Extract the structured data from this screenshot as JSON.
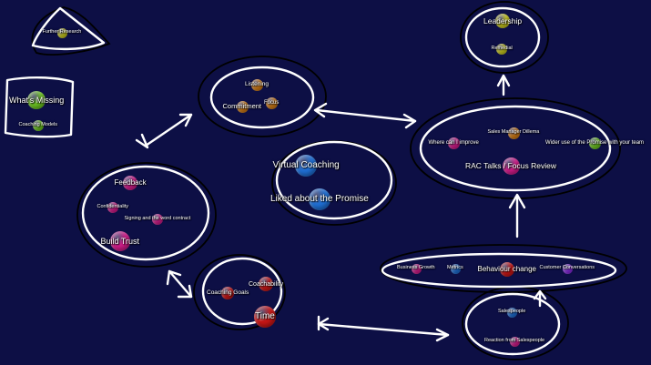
{
  "colors": {
    "background": "#0d0f45",
    "ink": "#ffffff",
    "yellow": "#c8c81e",
    "green": "#6cc421",
    "orange": "#d27c16",
    "blue": "#1f6fd4",
    "magenta": "#d21c8a",
    "red": "#c81616",
    "purple": "#8a2be2"
  },
  "nodes": {
    "further_research": {
      "label": "Further Research",
      "color": "yellow"
    },
    "whats_missing": {
      "label": "What's Missing",
      "color": "green"
    },
    "coaching_models": {
      "label": "Coaching Models",
      "color": "green"
    },
    "listening": {
      "label": "Listening",
      "color": "orange"
    },
    "commitment": {
      "label": "Commitment",
      "color": "orange"
    },
    "focus": {
      "label": "Focus",
      "color": "orange"
    },
    "virtual_coaching": {
      "label": "Virtual Coaching",
      "color": "blue"
    },
    "liked_promise": {
      "label": "Liked about the Promise",
      "color": "blue"
    },
    "feedback": {
      "label": "Feedback",
      "color": "magenta"
    },
    "confidentiality": {
      "label": "Confidentiality",
      "color": "magenta"
    },
    "signing_contract": {
      "label": "Signing and the word contract",
      "color": "magenta"
    },
    "build_trust": {
      "label": "Build Trust",
      "color": "magenta"
    },
    "coachability": {
      "label": "Coachability",
      "color": "red"
    },
    "coaching_goals": {
      "label": "Coaching Goals",
      "color": "red"
    },
    "time": {
      "label": "Time",
      "color": "red"
    },
    "leadership": {
      "label": "Leadership",
      "color": "yellow"
    },
    "remedial": {
      "label": "Remedial",
      "color": "yellow"
    },
    "sales_manager_dilemma": {
      "label": "Sales Manager Dillema",
      "color": "orange"
    },
    "where_improve": {
      "label": "Where can I improve",
      "color": "magenta"
    },
    "wider_use": {
      "label": "Wider use of the Promise with your team",
      "color": "green"
    },
    "rac_talks": {
      "label": "RAC Talks / Focus Review",
      "color": "magenta"
    },
    "business_growth": {
      "label": "Business Growth",
      "color": "magenta"
    },
    "metrics": {
      "label": "Metrics",
      "color": "blue"
    },
    "behaviour_change": {
      "label": "Behaviour change",
      "color": "red"
    },
    "customer_conversations": {
      "label": "Customer Conversations",
      "color": "purple"
    },
    "salespeople": {
      "label": "Salespeople",
      "color": "blue"
    },
    "reaction_salespeople": {
      "label": "Reaction from Salespeople",
      "color": "magenta"
    }
  }
}
